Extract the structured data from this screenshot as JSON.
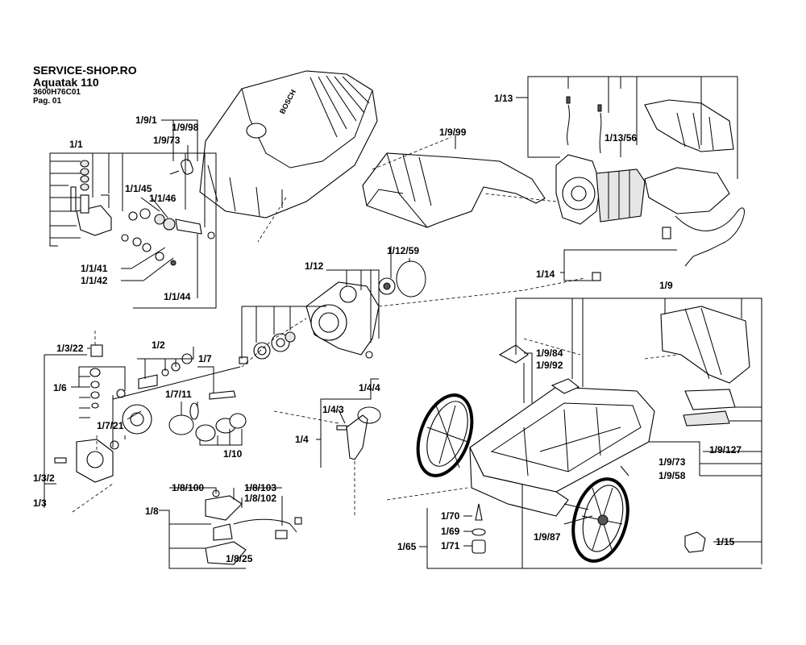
{
  "header": {
    "shop": "SERVICE-SHOP.RO",
    "model": "Aquatak 110",
    "code": "3600H76C01",
    "page": "Pag. 01"
  },
  "cover_brand": "BOSCH",
  "labels": {
    "l_1_9_1": "1/9/1",
    "l_1_9_98": "1/9/98",
    "l_1_9_73a": "1/9/73",
    "l_1_9_99": "1/9/99",
    "l_1_13": "1/13",
    "l_1_13_56": "1/13/56",
    "l_1_1": "1/1",
    "l_1_1_45": "1/1/45",
    "l_1_1_46": "1/1/46",
    "l_1_1_41": "1/1/41",
    "l_1_1_42": "1/1/42",
    "l_1_1_44": "1/1/44",
    "l_1_12": "1/12",
    "l_1_12_59": "1/12/59",
    "l_1_14": "1/14",
    "l_1_9": "1/9",
    "l_1_3_22": "1/3/22",
    "l_1_2": "1/2",
    "l_1_7": "1/7",
    "l_1_6": "1/6",
    "l_1_7_11": "1/7/11",
    "l_1_7_21": "1/7/21",
    "l_1_10": "1/10",
    "l_1_4_3": "1/4/3",
    "l_1_4_4": "1/4/4",
    "l_1_4": "1/4",
    "l_1_9_84": "1/9/84",
    "l_1_9_92": "1/9/92",
    "l_1_9_127": "1/9/127",
    "l_1_9_73b": "1/9/73",
    "l_1_9_58": "1/9/58",
    "l_1_3_2": "1/3/2",
    "l_1_3": "1/3",
    "l_1_8_100": "1/8/100",
    "l_1_8_103": "1/8/103",
    "l_1_8_102": "1/8/102",
    "l_1_8": "1/8",
    "l_1_8_25": "1/8/25",
    "l_1_70": "1/70",
    "l_1_69": "1/69",
    "l_1_71": "1/71",
    "l_1_65": "1/65",
    "l_1_9_87": "1/9/87",
    "l_1_15": "1/15"
  }
}
